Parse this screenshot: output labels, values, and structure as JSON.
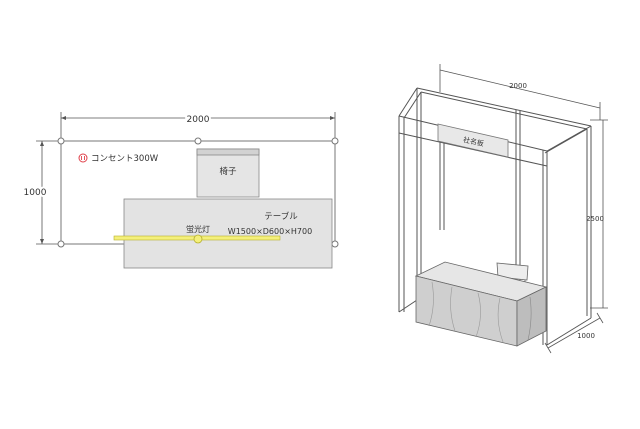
{
  "plan": {
    "width_label": "2000",
    "depth_label": "1000",
    "outlet_icon": "outlet-icon",
    "outlet_label": "コンセント300W",
    "chair_label": "椅子",
    "table_label": "テーブル",
    "table_size_label": "W1500×D600×H700",
    "light_label": "蛍光灯",
    "light_color": "#f4f07a"
  },
  "iso": {
    "width_label": "2000",
    "height_label": "2500",
    "depth_label": "1000",
    "sign_label": "社名板"
  }
}
